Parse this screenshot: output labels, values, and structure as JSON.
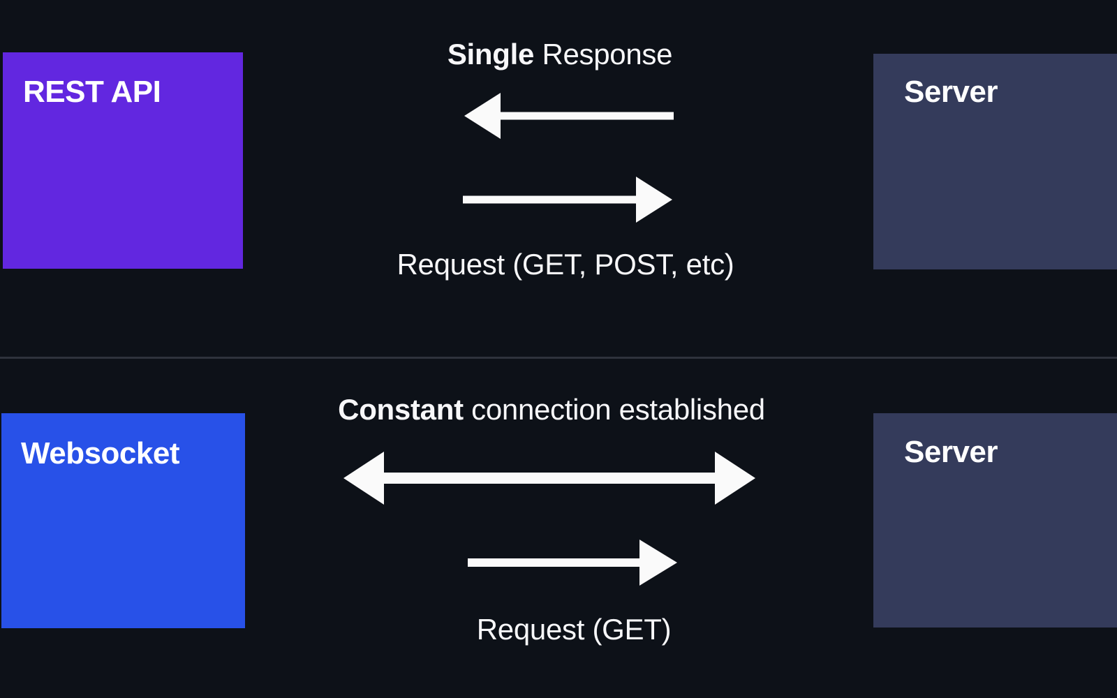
{
  "colors": {
    "background": "#0d1118",
    "rest_box": "#6227e0",
    "websocket_box": "#2851e8",
    "server_box": "#343b5b",
    "divider": "#2e323c",
    "arrow": "#fafafa",
    "text": "#ffffff"
  },
  "sections": {
    "rest": {
      "client_label": "REST API",
      "server_label": "Server",
      "response_label_bold": "Single",
      "response_label_rest": " Response",
      "request_label": "Request (GET, POST, etc)"
    },
    "websocket": {
      "client_label": "Websocket",
      "server_label": "Server",
      "connection_label_bold": "Constant",
      "connection_label_rest": " connection established",
      "request_label": "Request (GET)"
    }
  }
}
